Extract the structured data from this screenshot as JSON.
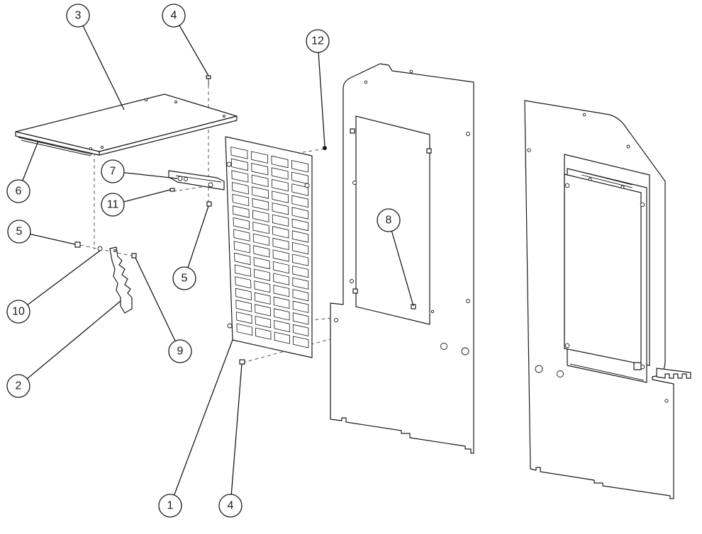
{
  "diagram": {
    "callouts": [
      {
        "id": "c1",
        "label": "1"
      },
      {
        "id": "c2",
        "label": "2"
      },
      {
        "id": "c3",
        "label": "3"
      },
      {
        "id": "c4a",
        "label": "4"
      },
      {
        "id": "c4b",
        "label": "4"
      },
      {
        "id": "c5a",
        "label": "5"
      },
      {
        "id": "c5b",
        "label": "5"
      },
      {
        "id": "c6",
        "label": "6"
      },
      {
        "id": "c7",
        "label": "7"
      },
      {
        "id": "c8",
        "label": "8"
      },
      {
        "id": "c9",
        "label": "9"
      },
      {
        "id": "c10",
        "label": "10"
      },
      {
        "id": "c11",
        "label": "11"
      },
      {
        "id": "c12",
        "label": "12"
      }
    ]
  }
}
